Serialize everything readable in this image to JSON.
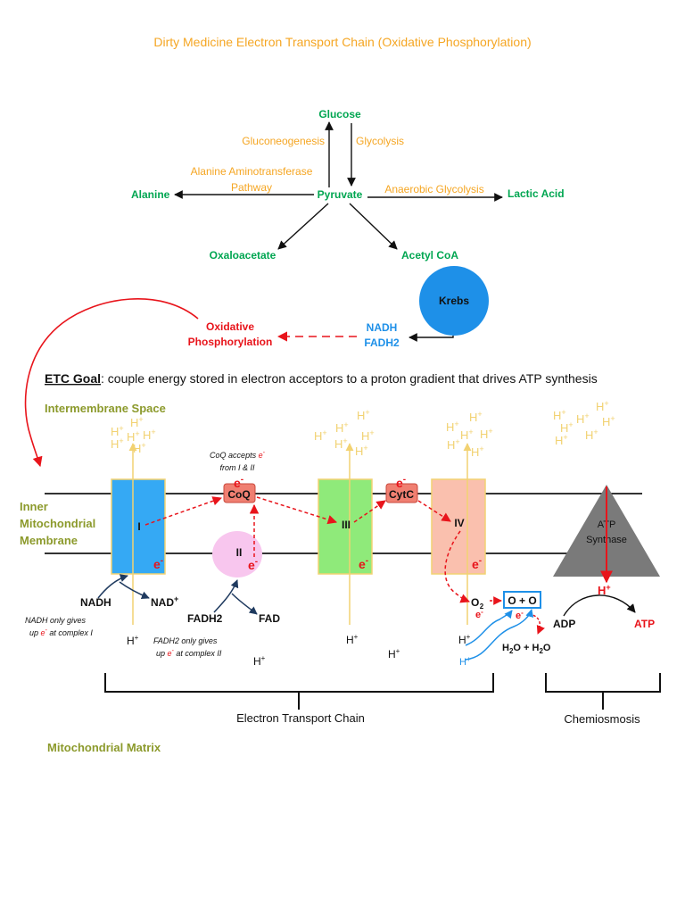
{
  "title": "Dirty Medicine Electron Transport Chain (Oxidative Phosphorylation)",
  "colors": {
    "orange": "#F5A623",
    "green": "#00A651",
    "red": "#E8141B",
    "blue": "#1E90E8",
    "olive": "#8C9A2C",
    "yellow": "#F2D272",
    "black": "#111111"
  },
  "metabolism": {
    "glucose": "Glucose",
    "pyruvate": "Pyruvate",
    "alanine": "Alanine",
    "lactic_acid": "Lactic Acid",
    "oxaloacetate": "Oxaloacetate",
    "acetyl_coa": "Acetyl CoA",
    "gluconeogenesis": "Gluconeogenesis",
    "glycolysis": "Glycolysis",
    "alt_pathway_1": "Alanine Aminotransferase",
    "alt_pathway_2": "Pathway",
    "anaerobic": "Anaerobic Glycolysis",
    "krebs": "Krebs",
    "nadh": "NADH",
    "fadh2": "FADH2",
    "oxphos_1": "Oxidative",
    "oxphos_2": "Phosphorylation"
  },
  "goal": {
    "label": "ETC Goal",
    "text": ": couple energy stored in electron acceptors to a proton gradient that drives ATP synthesis"
  },
  "regions": {
    "intermembrane": "Intermembrane Space",
    "inner_1": "Inner",
    "inner_2": "Mitochondrial",
    "inner_3": "Membrane",
    "matrix": "Mitochondrial Matrix"
  },
  "complexes": {
    "c1": "I",
    "c2": "II",
    "c3": "III",
    "c4": "IV",
    "coq": "CoQ",
    "cytc": "CytC",
    "atp_1": "ATP",
    "atp_2": "Synthase"
  },
  "symbols": {
    "h": "H",
    "plus": "+",
    "e": "e",
    "minus": "-"
  },
  "notes": {
    "coq_1": "CoQ accepts",
    "coq_2": "from I & II",
    "nadh_1": "NADH only gives",
    "nadh_2": "up",
    "nadh_3": "at complex I",
    "fadh_1": "FADH2 only gives",
    "fadh_2": "up",
    "fadh_3": "at complex II"
  },
  "matrix_side": {
    "nadh": "NADH",
    "nad": "NAD",
    "fadh2": "FADH2",
    "fad": "FAD",
    "o2": "O",
    "oo": "O + O",
    "water": "H",
    "adp": "ADP",
    "atp": "ATP"
  },
  "brackets": {
    "etc": "Electron Transport Chain",
    "chemiosmosis": "Chemiosmosis"
  }
}
